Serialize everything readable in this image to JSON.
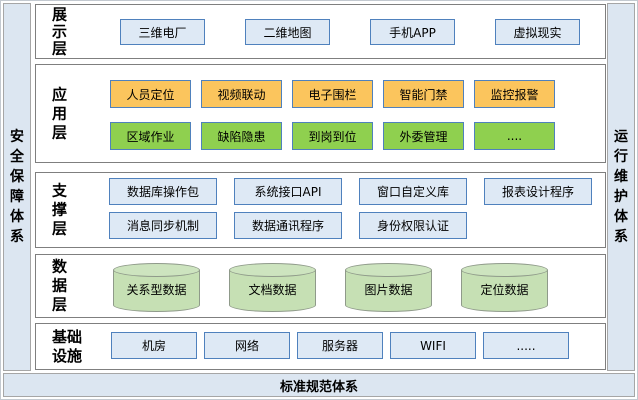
{
  "diagram": {
    "left_system": "安全保障体系",
    "right_system": "运行维护体系",
    "bottom_system": "标准规范体系"
  },
  "layers": {
    "presentation": {
      "label": "展示层",
      "boxes": [
        "三维电厂",
        "二维地图",
        "手机APP",
        "虚拟现实"
      ]
    },
    "application": {
      "label": "应用层",
      "row1": [
        "人员定位",
        "视频联动",
        "电子围栏",
        "智能门禁",
        "监控报警"
      ],
      "row2": [
        "区域作业",
        "缺陷隐患",
        "到岗到位",
        "外委管理",
        "...."
      ]
    },
    "support": {
      "label": "支撑层",
      "row1": [
        "数据库操作包",
        "系统接口API",
        "窗口自定义库",
        "报表设计程序"
      ],
      "row2": [
        "消息同步机制",
        "数据通讯程序",
        "身份权限认证"
      ]
    },
    "data": {
      "label": "数据层",
      "cylinders": [
        "关系型数据",
        "文档数据",
        "图片数据",
        "定位数据"
      ]
    },
    "infrastructure": {
      "label": "基础设施",
      "boxes": [
        "机房",
        "网络",
        "服务器",
        "WIFI",
        "....."
      ]
    }
  },
  "colors": {
    "panel_border": "#7f7f7f",
    "strip_fill": "#dce6f1",
    "strip_border": "#a6a6a6",
    "box_blue_fill": "#dee9f5",
    "box_border_blue": "#4f81bd",
    "box_yellow_fill": "#fbc55d",
    "box_green_fill": "#8fd04f",
    "cylinder_fill": "#c6e0b4",
    "text_color": "#000000"
  }
}
